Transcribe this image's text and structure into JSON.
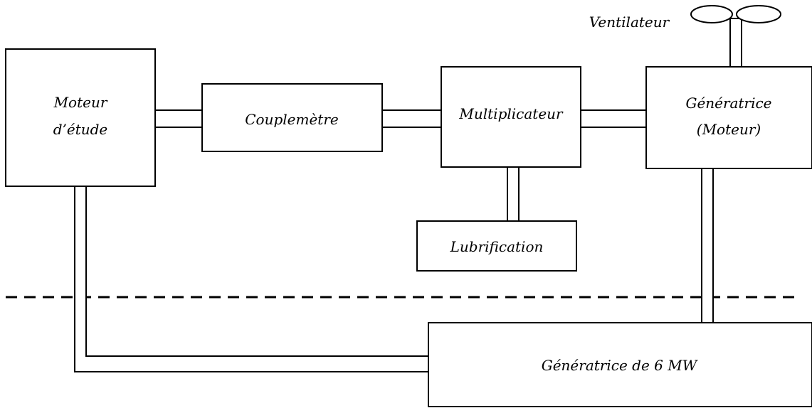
{
  "diagram": {
    "labels": {
      "moteur_line1": "Moteur",
      "moteur_line2": "d’étude",
      "couplemetre": "Couplemètre",
      "multiplicateur": "Multiplicateur",
      "generatrice_line1": "Génératrice",
      "generatrice_line2": "(Moteur)",
      "lubrification": "Lubrification",
      "ventilateur": "Ventilateur",
      "generatrice_6mw": "Génératrice de 6 MW"
    },
    "colors": {
      "stroke": "#000000",
      "background": "#ffffff"
    }
  }
}
